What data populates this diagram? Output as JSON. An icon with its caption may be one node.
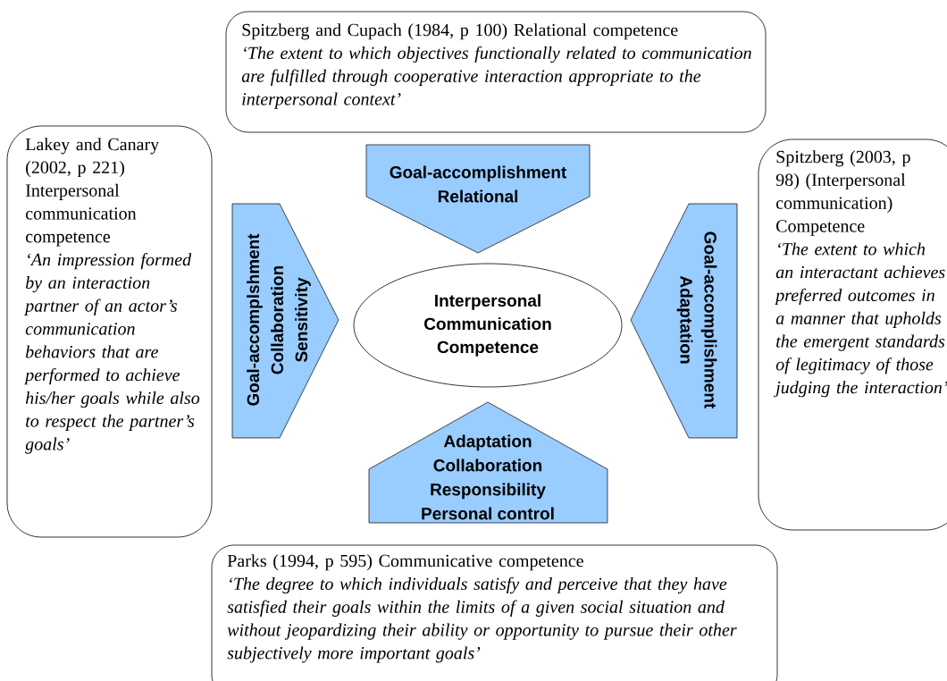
{
  "diagram": {
    "nodes": [
      {
        "text": [
          "Spitzberg and Cupach (1984, p 100) Relational competence",
          "‘The extent to which objectives functionally related to communication are fulfilled through cooperative interaction appropriate to the interpersonal context’"
        ]
      },
      {
        "text": [
          "Lakey and Canary (2002, p 221) Interpersonal communication competence",
          "‘An impression formed by an interaction partner of an actor’s communication behaviors that are performed to achieve his/her goals while also to respect the partner’s goals’"
        ]
      },
      {
        "text": [
          "Goal-accomplishment",
          "Relational"
        ]
      },
      {
        "text": [
          "Goal-accomplshment",
          "Collaboration",
          "Sensitivity"
        ]
      },
      {
        "text": [
          "Interpersonal Communication Competence"
        ]
      },
      {
        "text": [
          "Goal-accomplishment",
          "Adaptation"
        ]
      },
      {
        "text": [
          "Spitzberg (2003, p 98) (Interpersonal communication) Competence",
          "‘The extent to which an interactant achieves preferred outcomes in a manner that upholds the emergent standards of legitimacy of those judging the interaction’"
        ]
      },
      {
        "text": [
          "Adaptation",
          "Collaboration",
          "Responsibility",
          "Personal control"
        ]
      },
      {
        "text": [
          "Parks (1994, p 595) Communicative competence",
          "‘The degree to which individuals satisfy and perceive that they have satisfied their goals within the limits of a given social situation and without jeopardizing their ability or opportunity to pursue their other subjectively more important goals’"
        ]
      }
    ]
  }
}
